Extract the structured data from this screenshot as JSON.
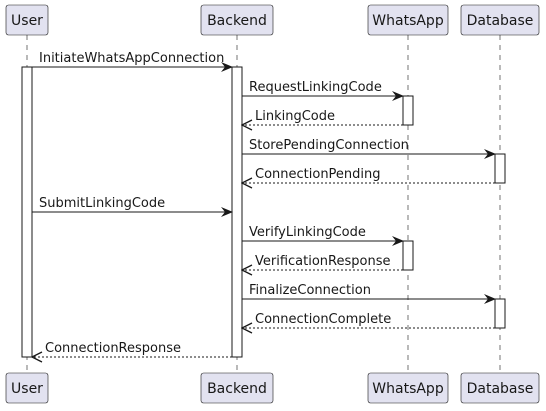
{
  "colors": {
    "participant_fill": "#E2E2F0",
    "participant_stroke": "#181818",
    "lifeline": "#181818",
    "activation_fill": "#FFFFFF",
    "text": "#181818",
    "background": "#FFFFFF"
  },
  "participants": [
    {
      "id": "user",
      "label": "User"
    },
    {
      "id": "backend",
      "label": "Backend"
    },
    {
      "id": "whatsapp",
      "label": "WhatsApp"
    },
    {
      "id": "database",
      "label": "Database"
    }
  ],
  "messages": [
    {
      "from": "user",
      "to": "backend",
      "label": "InitiateWhatsAppConnection",
      "type": "sync"
    },
    {
      "from": "backend",
      "to": "whatsapp",
      "label": "RequestLinkingCode",
      "type": "sync"
    },
    {
      "from": "whatsapp",
      "to": "backend",
      "label": "LinkingCode",
      "type": "reply"
    },
    {
      "from": "backend",
      "to": "database",
      "label": "StorePendingConnection",
      "type": "sync"
    },
    {
      "from": "database",
      "to": "backend",
      "label": "ConnectionPending",
      "type": "reply"
    },
    {
      "from": "user",
      "to": "backend",
      "label": "SubmitLinkingCode",
      "type": "sync"
    },
    {
      "from": "backend",
      "to": "whatsapp",
      "label": "VerifyLinkingCode",
      "type": "sync"
    },
    {
      "from": "whatsapp",
      "to": "backend",
      "label": "VerificationResponse",
      "type": "reply"
    },
    {
      "from": "backend",
      "to": "database",
      "label": "FinalizeConnection",
      "type": "sync"
    },
    {
      "from": "database",
      "to": "backend",
      "label": "ConnectionComplete",
      "type": "reply"
    },
    {
      "from": "backend",
      "to": "user",
      "label": "ConnectionResponse",
      "type": "reply"
    }
  ]
}
